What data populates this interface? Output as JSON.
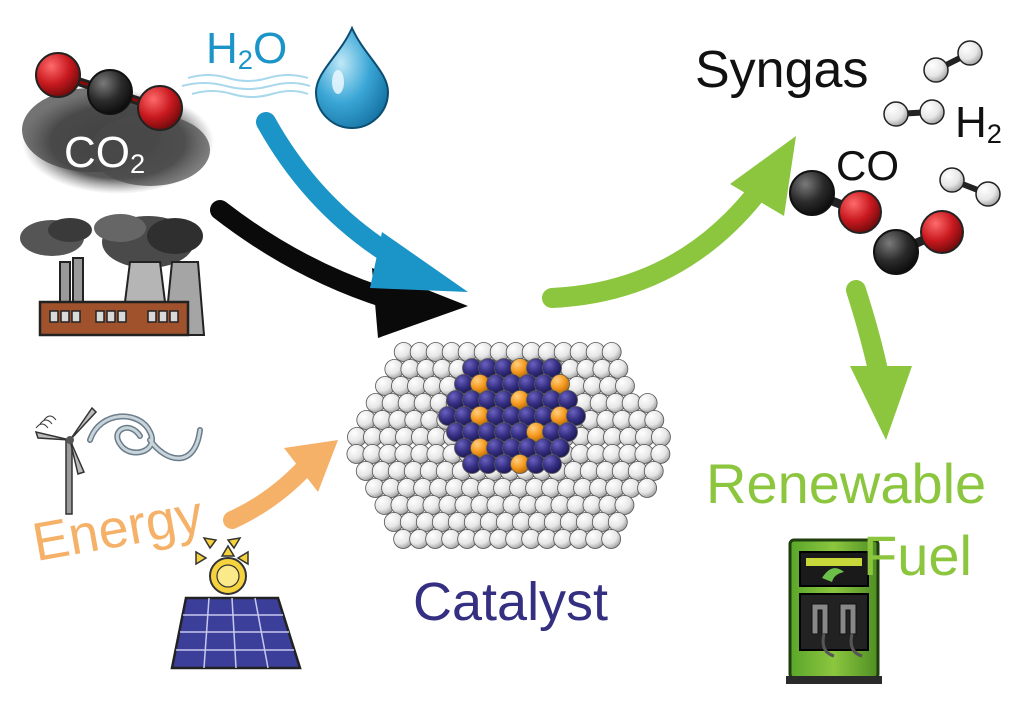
{
  "labels": {
    "co2": {
      "main": "CO",
      "sub": "2"
    },
    "h2o": {
      "main": "H",
      "sub": "2",
      "tail": "O"
    },
    "syngas": "Syngas",
    "h2": {
      "main": "H",
      "sub": "2"
    },
    "co": "CO",
    "energy": "Energy",
    "catalyst": "Catalyst",
    "renewable": "Renewable",
    "fuel": "Fuel"
  },
  "colors": {
    "water_blue": "#1b94c8",
    "energy_orange": "#f5b168",
    "syngas_green": "#8cc63f",
    "catalyst_purple": "#352f82",
    "active_site_orange": "#f59a1f",
    "oxygen_red": "#c8191f",
    "carbon_dark": "#2b2b2b",
    "factory_brown": "#a0522d"
  },
  "icons": [
    "smog-cloud-icon",
    "co2-molecule-icon",
    "water-drop-icon",
    "factory-icon",
    "wind-turbine-icon",
    "solar-panel-icon",
    "sun-icon",
    "fuel-pump-icon",
    "h2-molecule-icon",
    "co-molecule-icon",
    "catalyst-nanoparticle-icon"
  ]
}
